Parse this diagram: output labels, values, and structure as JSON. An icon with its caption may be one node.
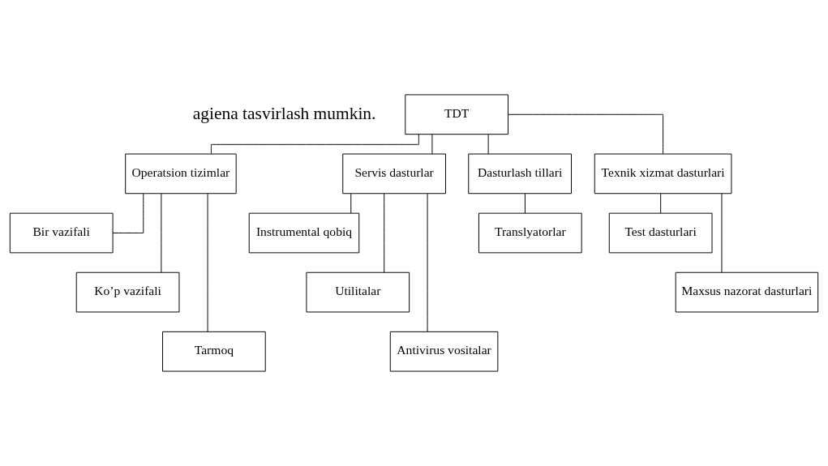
{
  "diagram": {
    "nodes": [
      {
        "text": [
          "TDT"
        ]
      },
      {
        "text": [
          "Operatsion tizimlar"
        ]
      },
      {
        "text": [
          "Servis dasturlar"
        ]
      },
      {
        "text": [
          "Dasturlash tillari"
        ]
      },
      {
        "text": [
          "Texnik xizmat dasturlari"
        ]
      },
      {
        "text": [
          "Bir vazifali"
        ]
      },
      {
        "text": [
          "Ko’p vazifali"
        ]
      },
      {
        "text": [
          "Tarmoq"
        ]
      },
      {
        "text": [
          "Instrumental qobiq"
        ]
      },
      {
        "text": [
          "Utilitalar"
        ]
      },
      {
        "text": [
          "Antivirus vositalar"
        ]
      },
      {
        "text": [
          "Translyatorlar"
        ]
      },
      {
        "text": [
          "Test dasturlari"
        ]
      },
      {
        "text": [
          "Maxsus nazorat dasturlari"
        ]
      }
    ],
    "edges": [
      {
        "from": 0,
        "to": 1,
        "arrow": "none"
      },
      {
        "from": 0,
        "to": 2,
        "arrow": "none"
      },
      {
        "from": 0,
        "to": 3,
        "arrow": "none"
      },
      {
        "from": 0,
        "to": 4,
        "arrow": "none"
      },
      {
        "from": 1,
        "to": 5,
        "arrow": "none"
      },
      {
        "from": 1,
        "to": 6,
        "arrow": "none"
      },
      {
        "from": 1,
        "to": 7,
        "arrow": "none"
      },
      {
        "from": 2,
        "to": 8,
        "arrow": "none"
      },
      {
        "from": 2,
        "to": 9,
        "arrow": "none"
      },
      {
        "from": 2,
        "to": 10,
        "arrow": "none"
      },
      {
        "from": 3,
        "to": 11,
        "arrow": "none"
      },
      {
        "from": 4,
        "to": 12,
        "arrow": "none"
      },
      {
        "from": 4,
        "to": 13,
        "arrow": "none"
      }
    ],
    "labels": [
      "agiena tasvirlash mumkin."
    ]
  }
}
